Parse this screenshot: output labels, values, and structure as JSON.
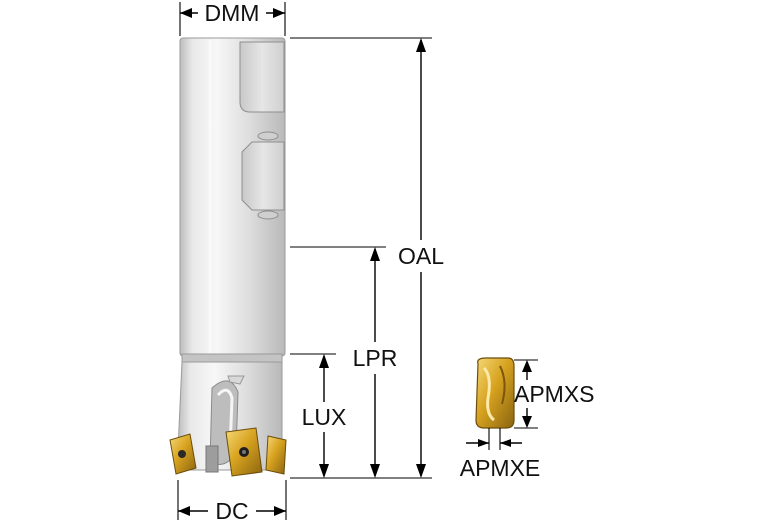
{
  "labels": {
    "dmm": "DMM",
    "oal": "OAL",
    "lpr": "LPR",
    "lux": "LUX",
    "dc": "DC",
    "apmxs": "APMXS",
    "apmxe": "APMXE"
  },
  "colors": {
    "shank_light": "#f2f2f2",
    "shank_mid": "#d4d4d4",
    "shank_dark": "#a9a9a9",
    "insert_gold": "#d7a21f",
    "insert_dark": "#8a6410",
    "insert_light": "#f6d979"
  }
}
